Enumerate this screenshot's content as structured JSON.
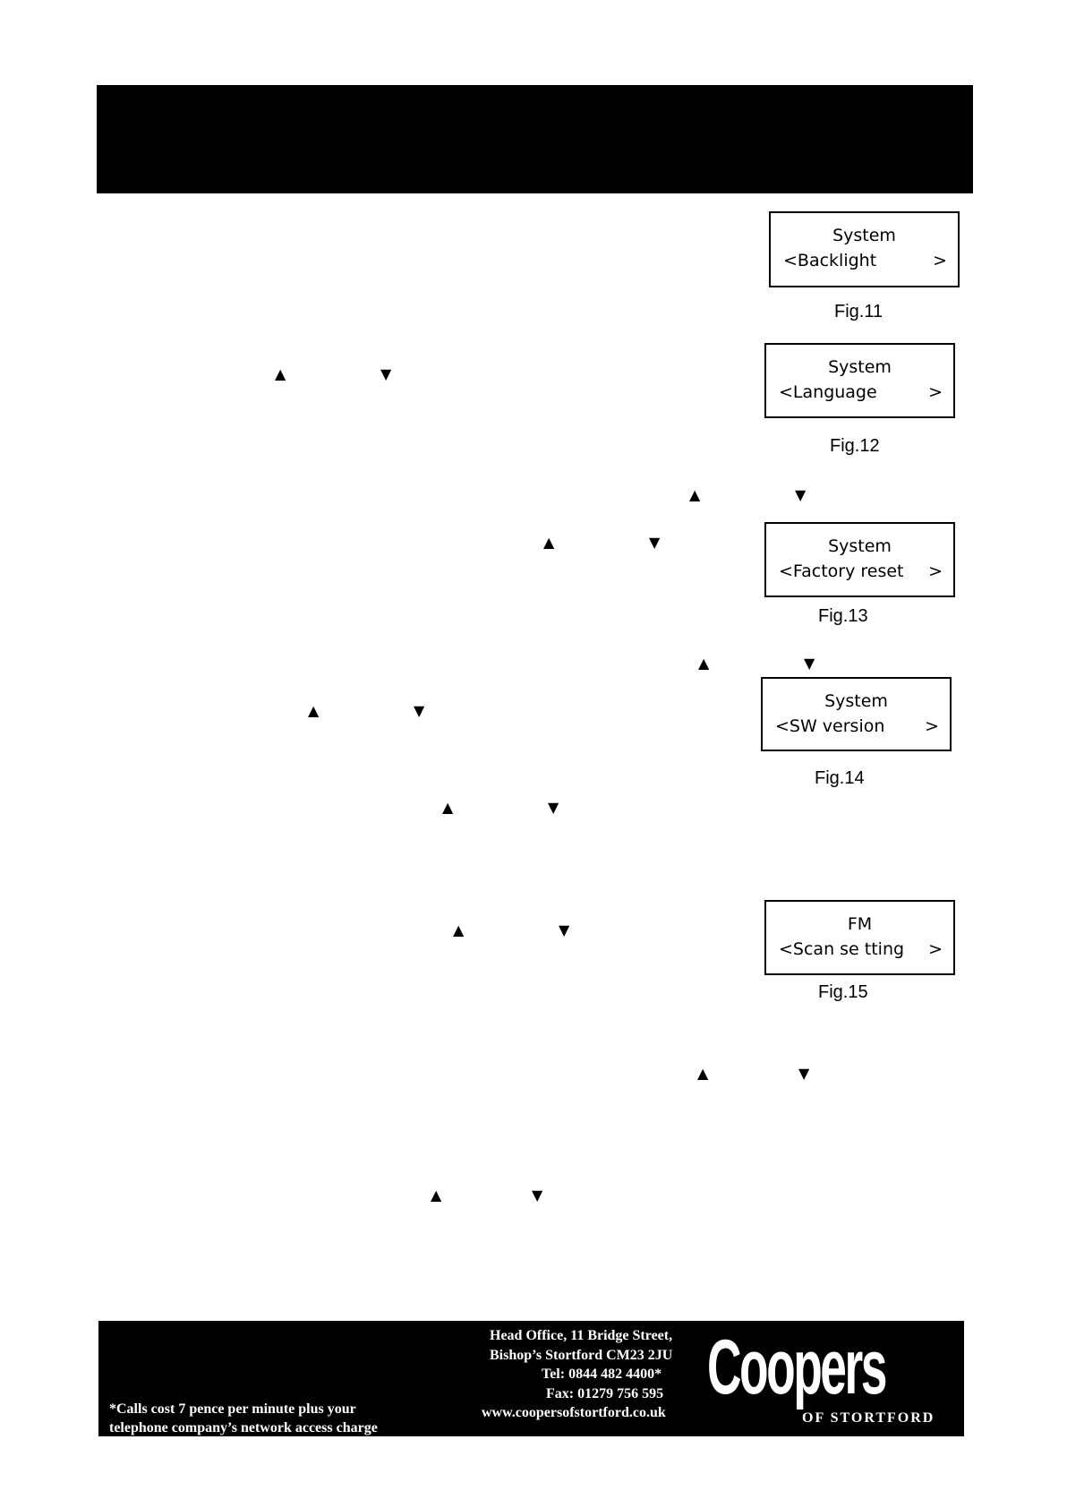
{
  "displays": [
    {
      "title": "System",
      "item": "<Backlight",
      "arrow": ">",
      "caption": "Fig.11"
    },
    {
      "title": "System",
      "item": "<Language",
      "arrow": ">",
      "caption": "Fig.12"
    },
    {
      "title": "System",
      "item": "<Factory reset",
      "arrow": ">",
      "caption": "Fig.13"
    },
    {
      "title": "System",
      "item": "<SW version",
      "arrow": ">",
      "caption": "Fig.14"
    },
    {
      "title": "FM",
      "item": "<Scan se tting",
      "arrow": ">",
      "caption": "Fig.15"
    }
  ],
  "symbols": {
    "up": "▲",
    "down": "▼"
  },
  "footer": {
    "note_line1": "*Calls cost 7 pence per minute plus your",
    "note_line2": "telephone company’s  network access charge",
    "address_line1": "Head Office, 11 Bridge Street,",
    "address_line2": "Bishop’s Stortford  CM23 2JU",
    "tel": "Tel: 0844 482 4400*",
    "fax": "Fax: 01279 756 595",
    "website": "www.coopersofstortford.co.uk",
    "logo_main": "Coopers",
    "logo_sub": "OF STORTFORD"
  }
}
